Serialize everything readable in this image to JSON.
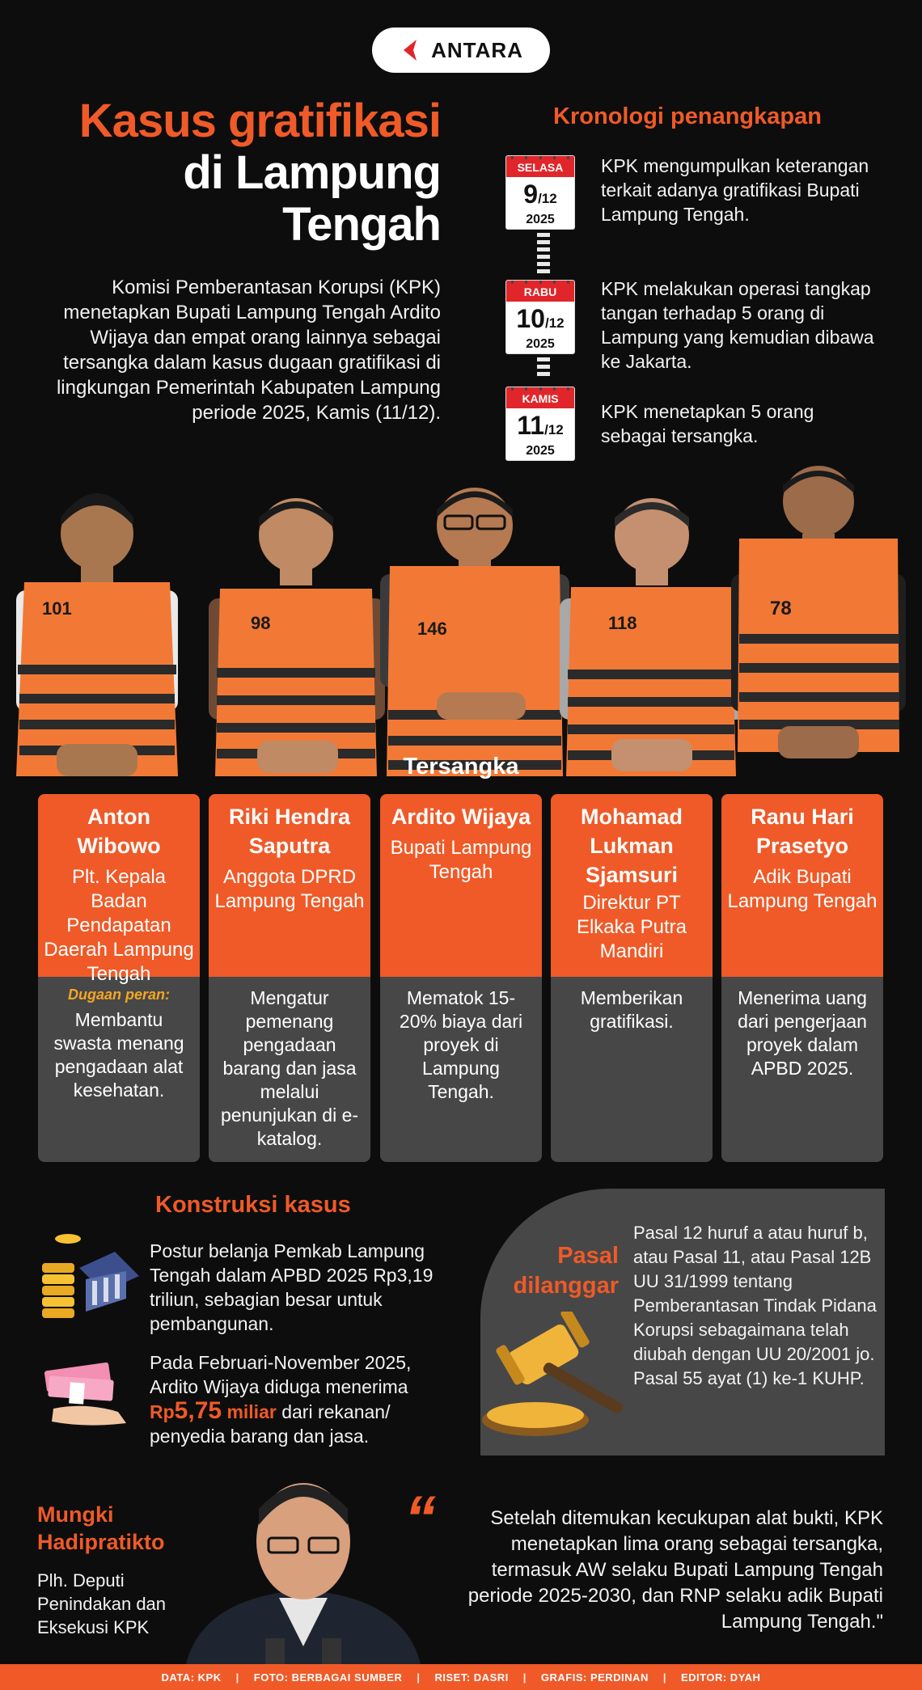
{
  "logo": {
    "text": "ANTARA",
    "accent": "#e0262a"
  },
  "title": {
    "line1": "Kasus gratifikasi",
    "line2": "di Lampung",
    "line3": "Tengah"
  },
  "intro": "Komisi Pemberantasan Korupsi (KPK) menetapkan Bupati Lampung Tengah Ardito Wijaya dan empat orang lainnya sebagai tersangka dalam kasus dugaan gratifikasi di lingkungan Pemerintah Kabupaten Lampung periode 2025, Kamis (11/12).",
  "kronologi": {
    "title": "Kronologi penangkapan",
    "events": [
      {
        "day": "SELASA",
        "date": "9",
        "month": "/12",
        "year": "2025",
        "text": "KPK mengumpulkan keterangan terkait adanya gratifikasi Bupati Lampung Tengah."
      },
      {
        "day": "RABU",
        "date": "10",
        "month": "/12",
        "year": "2025",
        "text": "KPK melakukan operasi tangkap tangan terhadap 5 orang di Lampung yang kemudian dibawa ke Jakarta."
      },
      {
        "day": "KAMIS",
        "date": "11",
        "month": "/12",
        "year": "2025",
        "text": "KPK menetapkan 5 orang sebagai tersangka."
      }
    ]
  },
  "vest_numbers": [
    "101",
    "98",
    "146",
    "118",
    "78"
  ],
  "tersangka_label": "Tersangka",
  "suspects": [
    {
      "name": "Anton Wibowo",
      "role": "Plt. Kepala Badan Pendapatan Daerah Lampung Tengah",
      "label": "Dugaan peran:",
      "desc": "Membantu swasta menang pengadaan alat kesehatan."
    },
    {
      "name": "Riki Hendra Saputra",
      "role": "Anggota DPRD Lampung Tengah",
      "label": "",
      "desc": "Mengatur pemenang pengadaan barang dan jasa melalui penunjukan di e-katalog."
    },
    {
      "name": "Ardito Wijaya",
      "role": "Bupati Lampung Tengah",
      "label": "",
      "desc": "Mematok 15-20% biaya dari proyek di Lampung Tengah."
    },
    {
      "name": "Mohamad Lukman Sjamsuri",
      "role": "Direktur PT Elkaka Putra Mandiri",
      "label": "",
      "desc": "Memberikan gratifikasi."
    },
    {
      "name": "Ranu Hari Prasetyo",
      "role": "Adik Bupati Lampung Tengah",
      "label": "",
      "desc": "Menerima uang dari pengerjaan proyek dalam APBD 2025."
    }
  ],
  "konstruksi": {
    "title": "Konstruksi kasus",
    "item1": "Postur belanja Pemkab Lampung Tengah dalam APBD 2025 Rp3,19 triliun, sebagian besar untuk pembangunan.",
    "item2_pre": "Pada Februari-November 2025, Ardito Wijaya diduga menerima",
    "item2_rp": "Rp",
    "item2_amount": "5,75",
    "item2_unit": "miliar",
    "item2_post": "dari rekanan/ penyedia barang dan jasa."
  },
  "pasal": {
    "title_line1": "Pasal",
    "title_line2": "dilanggar",
    "text": "Pasal 12 huruf a atau huruf b, atau Pasal 11, atau Pasal 12B UU 31/1999 tentang Pemberantasan Tindak Pidana Korupsi sebagaimana telah diubah dengan UU 20/2001 jo. Pasal 55 ayat (1) ke-1 KUHP."
  },
  "quote": {
    "name_line1": "Mungki",
    "name_line2": "Hadipratikto",
    "role": "Plh. Deputi Penindakan dan Eksekusi KPK",
    "mark": "“",
    "text": "Setelah ditemukan kecukupan alat bukti, KPK menetapkan lima orang sebagai tersangka, termasuk AW selaku Bupati Lampung Tengah periode 2025-2030, dan RNP selaku adik Bupati Lampung Tengah.\""
  },
  "footer": [
    "DATA: KPK",
    "FOTO: BERBAGAI SUMBER",
    "RISET: DASRI",
    "GRAFIS: PERDINAN",
    "EDITOR: DYAH"
  ],
  "colors": {
    "accent": "#ef5a28",
    "background": "#0d0d0d",
    "card_dark": "#474747",
    "label": "#f5a623"
  }
}
